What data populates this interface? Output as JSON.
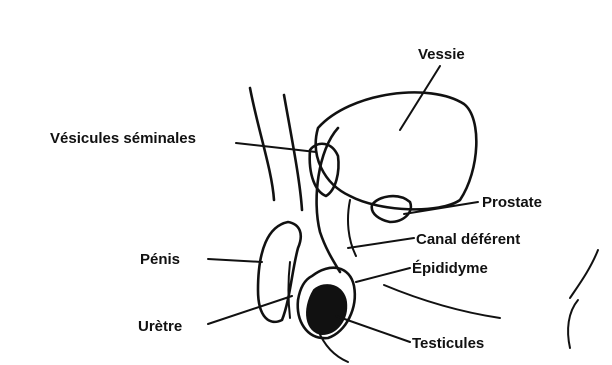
{
  "diagram": {
    "labels": {
      "vessie": "Vessie",
      "vesicules": "Vésicules séminales",
      "prostate": "Prostate",
      "canal": "Canal déférent",
      "epididyme": "Épididyme",
      "penis": "Pénis",
      "uretre": "Urètre",
      "testicules": "Testicules"
    }
  }
}
